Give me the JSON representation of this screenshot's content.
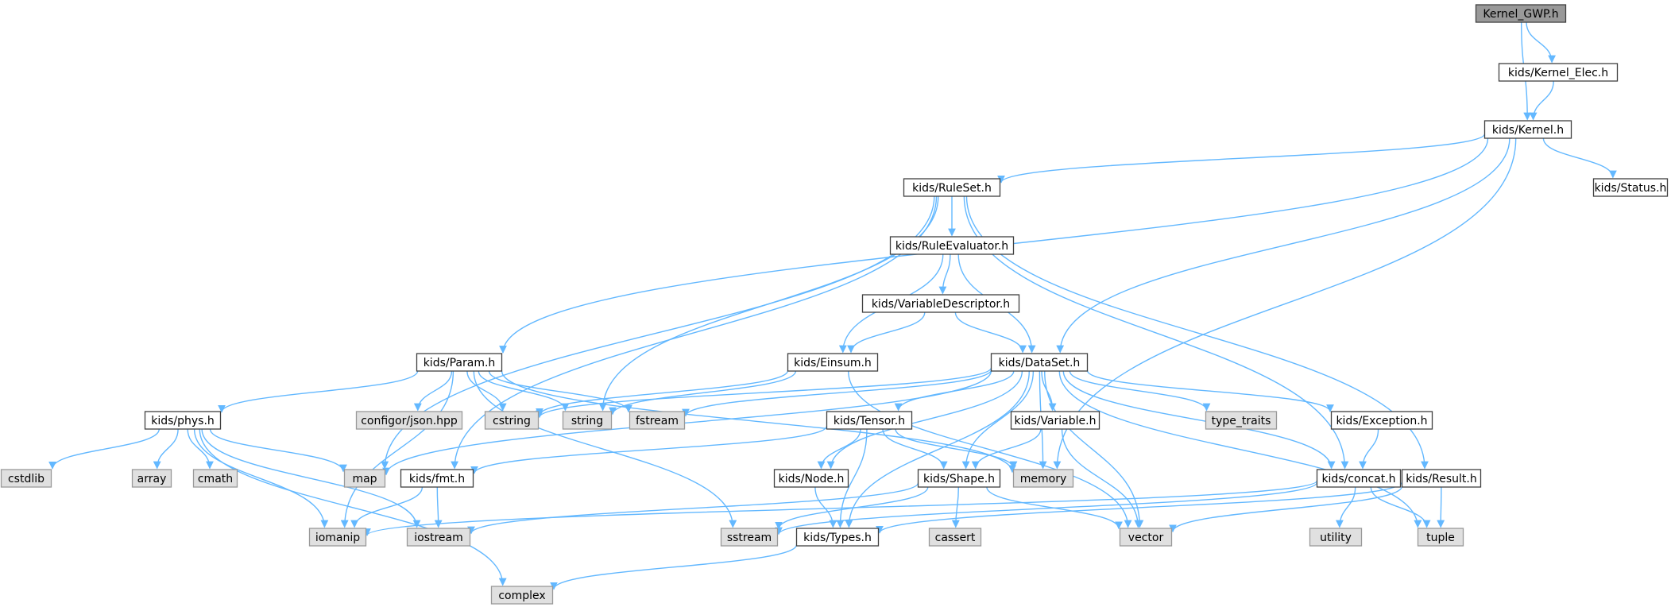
{
  "colors": {
    "root_fill": "#999999",
    "header_fill": "#ffffff",
    "system_fill": "#e0e0e0",
    "system_stroke": "#999999",
    "header_stroke": "#404040",
    "edge": "#63b8ff"
  },
  "nodes": [
    {
      "id": "kernel_gwp",
      "label": "Kernel_GWP.h",
      "kind": "root"
    },
    {
      "id": "kernel_elec",
      "label": "kids/Kernel_Elec.h",
      "kind": "header"
    },
    {
      "id": "kernel",
      "label": "kids/Kernel.h",
      "kind": "header"
    },
    {
      "id": "status",
      "label": "kids/Status.h",
      "kind": "header"
    },
    {
      "id": "ruleset",
      "label": "kids/RuleSet.h",
      "kind": "header"
    },
    {
      "id": "ruleeval",
      "label": "kids/RuleEvaluator.h",
      "kind": "header"
    },
    {
      "id": "vardesc",
      "label": "kids/VariableDescriptor.h",
      "kind": "header"
    },
    {
      "id": "param",
      "label": "kids/Param.h",
      "kind": "header"
    },
    {
      "id": "einsum",
      "label": "kids/Einsum.h",
      "kind": "header"
    },
    {
      "id": "dataset",
      "label": "kids/DataSet.h",
      "kind": "header"
    },
    {
      "id": "phys",
      "label": "kids/phys.h",
      "kind": "header"
    },
    {
      "id": "configor",
      "label": "configor/json.hpp",
      "kind": "system"
    },
    {
      "id": "cstring",
      "label": "cstring",
      "kind": "system"
    },
    {
      "id": "string",
      "label": "string",
      "kind": "system"
    },
    {
      "id": "fstream",
      "label": "fstream",
      "kind": "system"
    },
    {
      "id": "tensor",
      "label": "kids/Tensor.h",
      "kind": "header"
    },
    {
      "id": "variable",
      "label": "kids/Variable.h",
      "kind": "header"
    },
    {
      "id": "type_traits",
      "label": "type_traits",
      "kind": "system"
    },
    {
      "id": "exception",
      "label": "kids/Exception.h",
      "kind": "header"
    },
    {
      "id": "cstdlib",
      "label": "cstdlib",
      "kind": "system"
    },
    {
      "id": "array",
      "label": "array",
      "kind": "system"
    },
    {
      "id": "cmath",
      "label": "cmath",
      "kind": "system"
    },
    {
      "id": "map",
      "label": "map",
      "kind": "system"
    },
    {
      "id": "fmt",
      "label": "kids/fmt.h",
      "kind": "header"
    },
    {
      "id": "node",
      "label": "kids/Node.h",
      "kind": "header"
    },
    {
      "id": "shape",
      "label": "kids/Shape.h",
      "kind": "header"
    },
    {
      "id": "memory",
      "label": "memory",
      "kind": "system"
    },
    {
      "id": "concat",
      "label": "kids/concat.h",
      "kind": "header"
    },
    {
      "id": "result",
      "label": "kids/Result.h",
      "kind": "header"
    },
    {
      "id": "iomanip",
      "label": "iomanip",
      "kind": "system"
    },
    {
      "id": "iostream",
      "label": "iostream",
      "kind": "system"
    },
    {
      "id": "sstream",
      "label": "sstream",
      "kind": "system"
    },
    {
      "id": "types",
      "label": "kids/Types.h",
      "kind": "header"
    },
    {
      "id": "cassert",
      "label": "cassert",
      "kind": "system"
    },
    {
      "id": "vector",
      "label": "vector",
      "kind": "system"
    },
    {
      "id": "utility",
      "label": "utility",
      "kind": "system"
    },
    {
      "id": "tuple",
      "label": "tuple",
      "kind": "system"
    },
    {
      "id": "complex",
      "label": "complex",
      "kind": "system"
    }
  ],
  "edges": [
    [
      "kernel_gwp",
      "kernel_elec"
    ],
    [
      "kernel_gwp",
      "kernel"
    ],
    [
      "kernel_elec",
      "kernel"
    ],
    [
      "kernel",
      "param"
    ],
    [
      "kernel",
      "ruleset"
    ],
    [
      "kernel",
      "dataset"
    ],
    [
      "kernel",
      "memory"
    ],
    [
      "kernel",
      "status"
    ],
    [
      "ruleset",
      "ruleeval"
    ],
    [
      "ruleset",
      "map"
    ],
    [
      "ruleset",
      "string"
    ],
    [
      "ruleset",
      "fmt"
    ],
    [
      "ruleset",
      "concat"
    ],
    [
      "ruleset",
      "result"
    ],
    [
      "ruleeval",
      "einsum"
    ],
    [
      "ruleeval",
      "vardesc"
    ],
    [
      "ruleeval",
      "dataset"
    ],
    [
      "vardesc",
      "einsum"
    ],
    [
      "vardesc",
      "dataset"
    ],
    [
      "param",
      "phys"
    ],
    [
      "param",
      "configor"
    ],
    [
      "param",
      "cstring"
    ],
    [
      "param",
      "string"
    ],
    [
      "param",
      "fstream"
    ],
    [
      "param",
      "memory"
    ],
    [
      "param",
      "sstream"
    ],
    [
      "param",
      "iomanip"
    ],
    [
      "einsum",
      "cstring"
    ],
    [
      "einsum",
      "string"
    ],
    [
      "einsum",
      "vector"
    ],
    [
      "dataset",
      "fstream"
    ],
    [
      "dataset",
      "cstring"
    ],
    [
      "dataset",
      "map"
    ],
    [
      "dataset",
      "tensor"
    ],
    [
      "dataset",
      "node"
    ],
    [
      "dataset",
      "types"
    ],
    [
      "dataset",
      "shape"
    ],
    [
      "dataset",
      "variable"
    ],
    [
      "dataset",
      "memory"
    ],
    [
      "dataset",
      "type_traits"
    ],
    [
      "dataset",
      "exception"
    ],
    [
      "dataset",
      "concat"
    ],
    [
      "dataset",
      "vector"
    ],
    [
      "dataset",
      "tuple"
    ],
    [
      "phys",
      "cstdlib"
    ],
    [
      "phys",
      "array"
    ],
    [
      "phys",
      "cmath"
    ],
    [
      "phys",
      "map"
    ],
    [
      "phys",
      "iomanip"
    ],
    [
      "phys",
      "iostream"
    ],
    [
      "phys",
      "complex"
    ],
    [
      "tensor",
      "fmt"
    ],
    [
      "tensor",
      "node"
    ],
    [
      "tensor",
      "shape"
    ],
    [
      "tensor",
      "memory"
    ],
    [
      "tensor",
      "types"
    ],
    [
      "variable",
      "shape"
    ],
    [
      "variable",
      "vector"
    ],
    [
      "exception",
      "concat"
    ],
    [
      "fmt",
      "iomanip"
    ],
    [
      "fmt",
      "iostream"
    ],
    [
      "node",
      "types"
    ],
    [
      "shape",
      "iostream"
    ],
    [
      "shape",
      "sstream"
    ],
    [
      "shape",
      "cassert"
    ],
    [
      "shape",
      "vector"
    ],
    [
      "concat",
      "iomanip"
    ],
    [
      "concat",
      "sstream"
    ],
    [
      "concat",
      "utility"
    ],
    [
      "concat",
      "tuple"
    ],
    [
      "result",
      "types"
    ],
    [
      "result",
      "vector"
    ],
    [
      "result",
      "tuple"
    ],
    [
      "types",
      "complex"
    ]
  ]
}
